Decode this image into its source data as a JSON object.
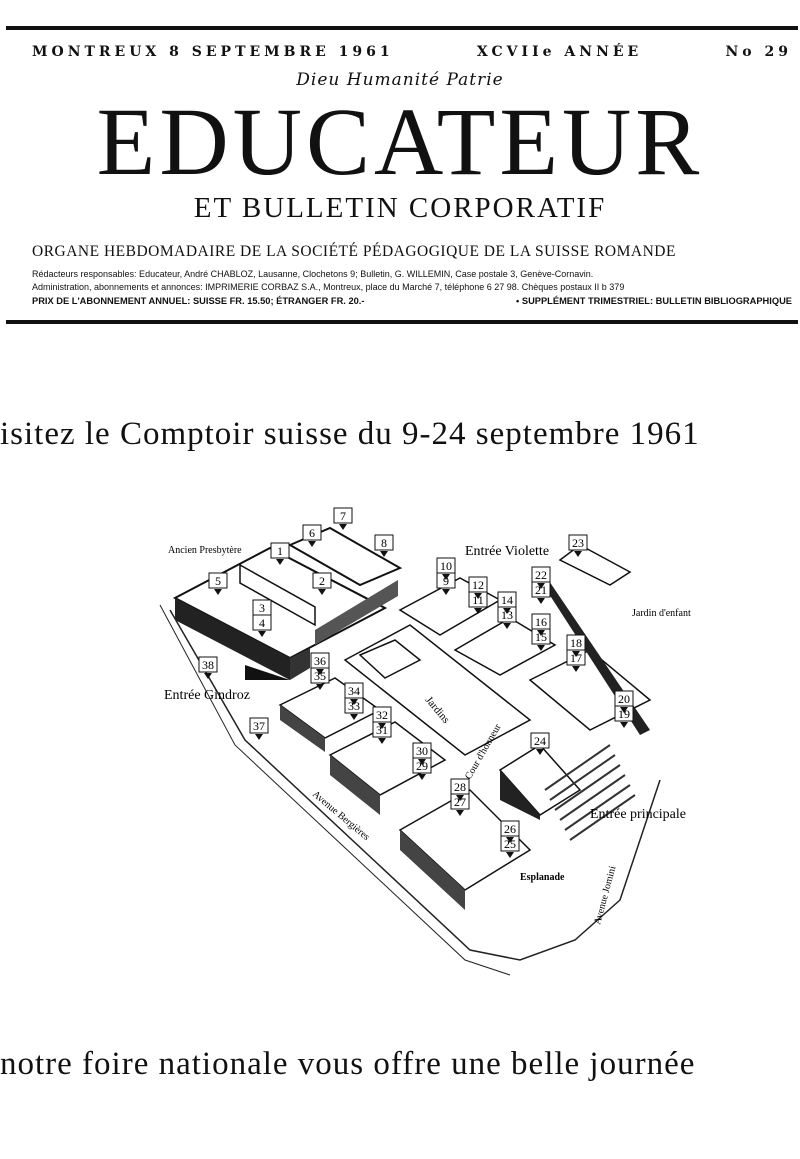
{
  "masthead": {
    "date": "MONTREUX 8 SEPTEMBRE 1961",
    "year": "XCVIIe ANNÉE",
    "number": "No 29",
    "motto": "Dieu Humanité Patrie",
    "title": "EDUCATEUR",
    "subtitle": "ET BULLETIN CORPORATIF",
    "organ": "ORGANE HEBDOMADAIRE DE LA SOCIÉTÉ PÉDAGOGIQUE DE LA SUISSE ROMANDE",
    "redacteurs": "Rédacteurs responsables: Educateur, André CHABLOZ, Lausanne, Clochetons 9; Bulletin, G. WILLEMIN, Case postale 3, Genève-Cornavin.",
    "administration": "Administration, abonnements et annonces: IMPRIMERIE CORBAZ S.A., Montreux, place du Marché 7, téléphone 6 27 98. Chèques postaux II b 379",
    "prix": "PRIX DE L'ABONNEMENT ANNUEL: SUISSE FR. 15.50; ÉTRANGER FR. 20.-",
    "supplement": "• SUPPLÉMENT TRIMESTRIEL: BULLETIN BIBLIOGRAPHIQUE"
  },
  "headline_top": "isitez le Comptoir suisse du 9-24 septembre 1961",
  "headline_bottom": "notre foire nationale vous offre une belle journée",
  "map": {
    "labels": {
      "ancien": "Ancien Presbytère",
      "violette": "Entrée Violette",
      "jardin_enfant": "Jardin d'enfant",
      "gindroz": "Entrée Gindroz",
      "jardins": "Jardins",
      "cour": "Cour d'honneur",
      "principale": "Entrée principale",
      "bergieres": "Avenue Bergières",
      "jomini": "Avenue Jomini",
      "esplanade": "Esplanade"
    },
    "numbers": [
      "1",
      "2",
      "3",
      "4",
      "5",
      "6",
      "7",
      "8",
      "9",
      "10",
      "11",
      "12",
      "13",
      "14",
      "15",
      "16",
      "17",
      "18",
      "19",
      "20",
      "21",
      "22",
      "23",
      "24",
      "25",
      "26",
      "27",
      "28",
      "29",
      "30",
      "31",
      "32",
      "33",
      "34",
      "35",
      "36",
      "37",
      "38"
    ]
  }
}
